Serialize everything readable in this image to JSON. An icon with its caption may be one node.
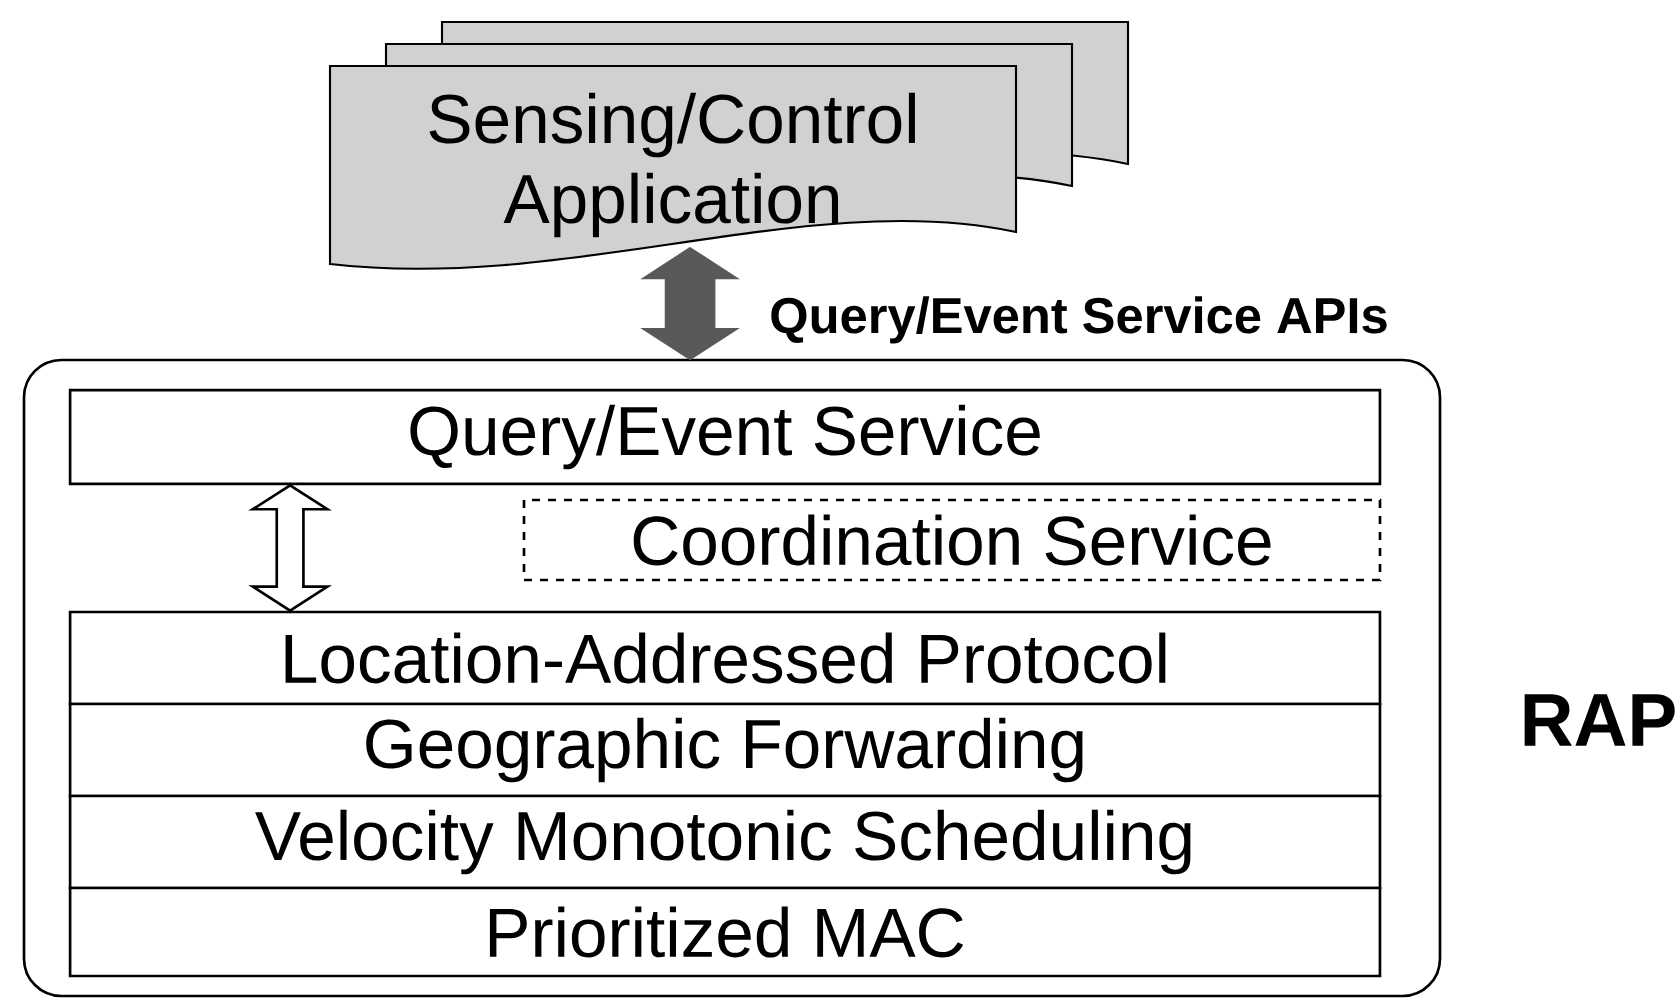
{
  "diagram": {
    "nodes": [
      {
        "text": [
          "Sensing/Control Application"
        ]
      },
      {
        "text": [
          "RAP"
        ]
      },
      {
        "text": [
          "Query/Event Service"
        ],
        "in": 1
      },
      {
        "text": [
          "Coordination Service"
        ],
        "in": 1
      },
      {
        "text": [
          "Location-Addressed Protocol"
        ],
        "in": 1
      },
      {
        "text": [
          "Geographic Forwarding"
        ],
        "in": 1
      },
      {
        "text": [
          "Velocity Monotonic Scheduling"
        ],
        "in": 1
      },
      {
        "text": [
          "Prioritized MAC"
        ],
        "in": 1
      }
    ],
    "edges": [
      {
        "from": 0,
        "to": 1,
        "arrow": "both",
        "color": "#595959",
        "label": "Query/Event Service APIs"
      },
      {
        "from": 2,
        "to": 4,
        "arrow": "both"
      }
    ]
  }
}
